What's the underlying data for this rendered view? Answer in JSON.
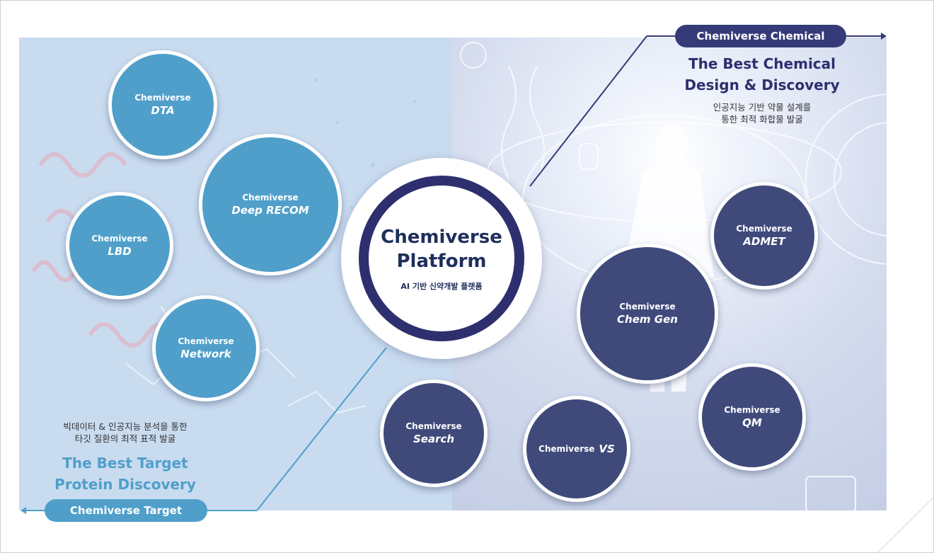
{
  "center": {
    "title_line1": "Chemiverse",
    "title_line2": "Platform",
    "subtitle": "AI 기반 신약개발 플랫폼"
  },
  "chemical": {
    "pill_label": "Chemiverse Chemical",
    "heading_line1": "The Best Chemical",
    "heading_line2": "Design & Discovery",
    "desc_line1": "인공지능 기반 약물 설계를",
    "desc_line2": "통한 최적 화합물 발굴"
  },
  "target": {
    "pill_label": "Chemiverse Target",
    "heading_line1": "The Best Target",
    "heading_line2": "Protein Discovery",
    "desc_line1": "빅데이터 & 인공지능 분석을 통한",
    "desc_line2": "타깃 질환의 최적 표적 발굴"
  },
  "target_nodes": [
    {
      "brand": "Chemiverse",
      "product": "DTA"
    },
    {
      "brand": "Chemiverse",
      "product": "Deep RECOM"
    },
    {
      "brand": "Chemiverse",
      "product": "LBD"
    },
    {
      "brand": "Chemiverse",
      "product": "Network"
    }
  ],
  "chemical_nodes": [
    {
      "brand": "Chemiverse",
      "product": "ADMET"
    },
    {
      "brand": "Chemiverse",
      "product": "Chem Gen"
    },
    {
      "brand": "Chemiverse",
      "product": "QM"
    },
    {
      "brand": "Chemiverse",
      "product": "VS"
    },
    {
      "brand": "Chemiverse",
      "product": "Search"
    }
  ],
  "colors": {
    "target_blue": "#4f9fca",
    "chemical_navy": "#3f4a7b",
    "center_ring": "#2d2f6e",
    "left_panel": "#c9dbef"
  }
}
